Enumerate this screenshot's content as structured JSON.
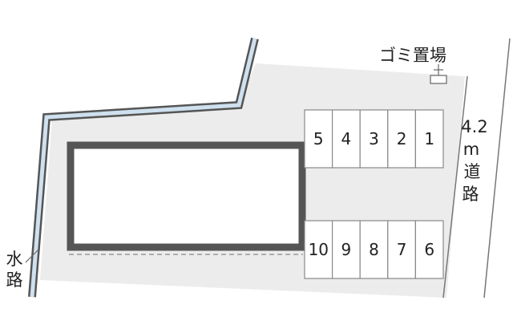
{
  "colors": {
    "lot": "#ececec",
    "water_channel": "#cfe0ef",
    "outline": "#555555",
    "building_wall": "#555555",
    "text": "#222222"
  },
  "garbage_area": {
    "label": "ゴミ置場"
  },
  "road": {
    "label_lines": [
      "4.2",
      "m",
      "道",
      "路"
    ]
  },
  "waterway": {
    "label_lines": [
      "水",
      "路"
    ]
  },
  "parking": {
    "top_row": [
      "5",
      "4",
      "3",
      "2",
      "1"
    ],
    "bottom_row": [
      "10",
      "9",
      "8",
      "7",
      "6"
    ]
  }
}
